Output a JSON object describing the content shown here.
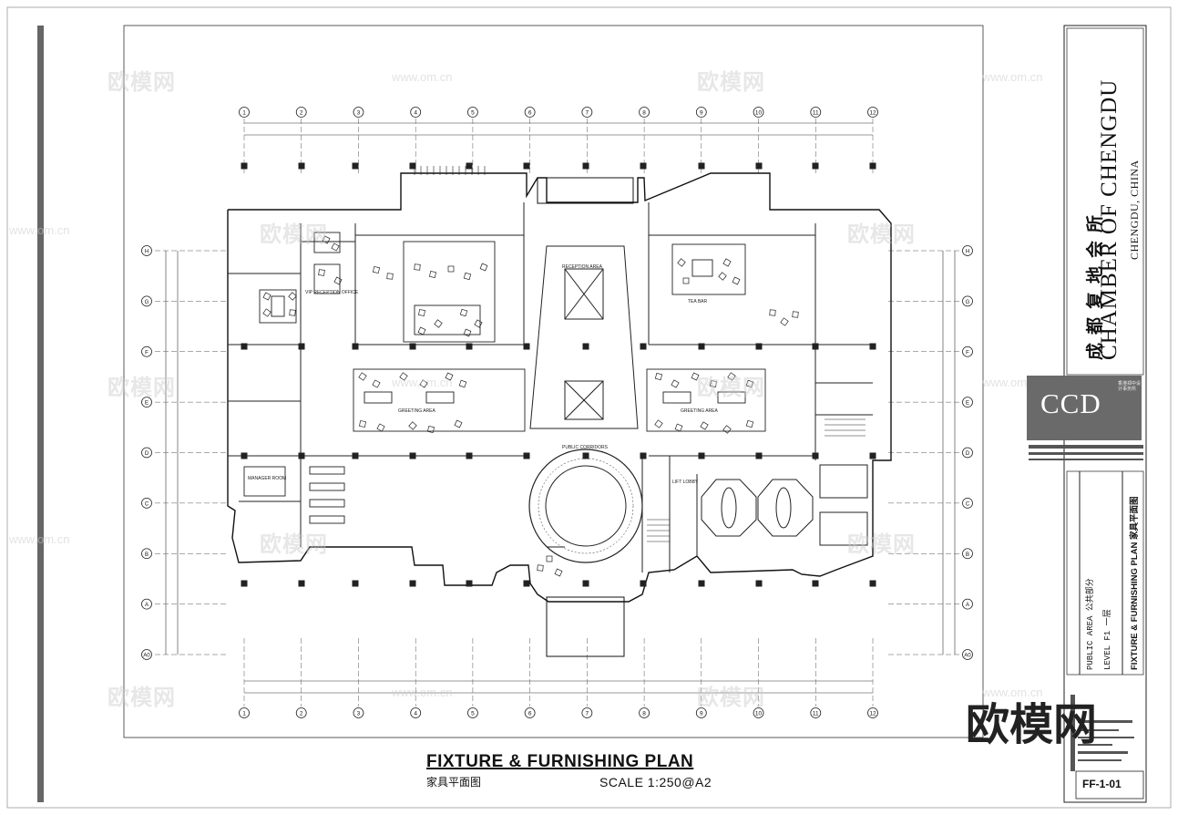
{
  "plan": {
    "title": "FIXTURE & FURNISHING PLAN",
    "title_cn": "家具平面图",
    "scale": "SCALE  1:250@A2",
    "grid_columns": [
      "1",
      "2",
      "3",
      "4",
      "5",
      "6",
      "7",
      "8",
      "9",
      "10",
      "11",
      "12"
    ],
    "grid_rows": [
      "H",
      "G",
      "F",
      "E",
      "D",
      "C",
      "B",
      "A",
      "A0"
    ],
    "room_labels": {
      "reception_area": "RECEPTION AREA",
      "tea_bar": "TEA BAR",
      "greeting_area_left": "GREETING AREA",
      "greeting_area_right": "GREETING AREA",
      "public_corridors": "PUBLIC CORRIDORS",
      "vip_reception_office": "VIP RECEPTION OFFICE",
      "manager_room": "MANAGER ROOM",
      "lift_lobby": "LIFT LOBBY"
    }
  },
  "title_block": {
    "chamber_cn": "成都复地会所",
    "chamber_en": "CHAMBER  OF  CHENGDU",
    "location": "CHENGDU, CHINA",
    "logo": "CCD",
    "logo_sub": "香港郑中设计事务所",
    "area": "PUBLIC AREA  公共部分",
    "level": "LEVEL F1  一层",
    "sheet_title": "FIXTURE & FURNISHING PLAN  家具平面图",
    "drawing_number": "FF-1-01"
  },
  "watermarks": {
    "cn": "欧模网",
    "url": "www.om.cn",
    "big": "欧模网"
  }
}
